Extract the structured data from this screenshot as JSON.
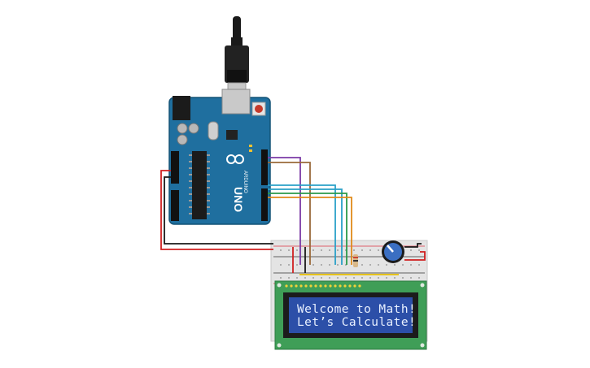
{
  "lcd": {
    "line1": "Welcome to Math!",
    "line2": "Let’s Calculate!"
  },
  "arduino": {
    "model": "UNO",
    "brand": "ARDUINO"
  },
  "colors": {
    "arduino_board": "#1f6f9f",
    "breadboard": "#e4e4e4",
    "lcd_pcb": "#3f9e57",
    "lcd_screen": "#2c4fa8",
    "wire_red": "#d02020",
    "wire_black": "#1a1a1a",
    "wire_purple": "#7b3aa6",
    "wire_brown": "#9a6a3a",
    "wire_blue": "#2aa0c8",
    "wire_green": "#2c9a4a",
    "wire_orange": "#e08a1a",
    "wire_yellow": "#e6c21a"
  },
  "icons": {
    "usb": "usb-cable-icon",
    "reset": "reset-button-icon",
    "pot": "potentiometer-icon"
  }
}
